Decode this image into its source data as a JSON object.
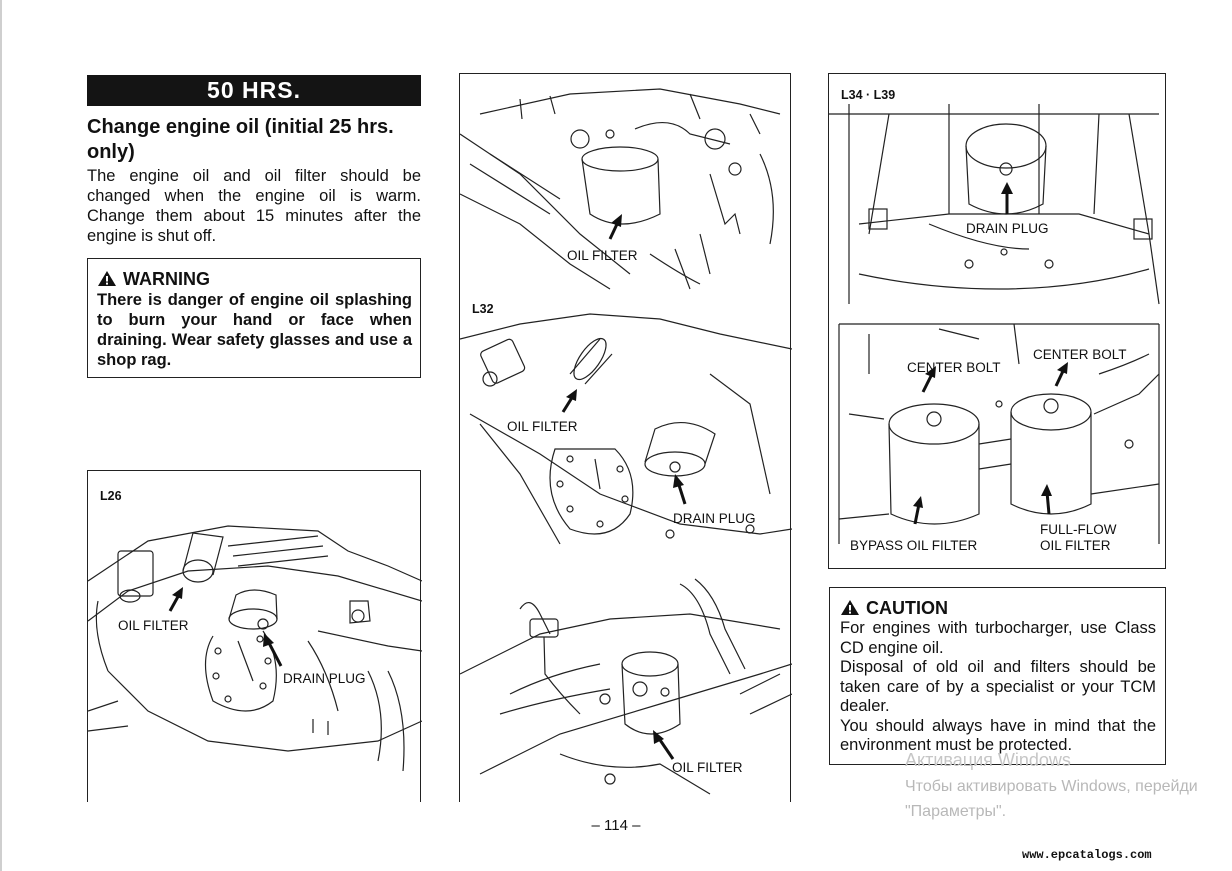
{
  "section": {
    "banner": "50 HRS.",
    "heading": "Change engine oil (initial 25 hrs. only)",
    "body": "The engine oil and oil filter should be changed when the engine oil is warm. Change them about 15 minutes after the engine is shut off."
  },
  "warning": {
    "title": "WARNING",
    "text": "There is danger of engine oil splashing to burn your hand or face when draining. Wear safety glasses and use a shop rag."
  },
  "figures": {
    "l26": {
      "tag": "L26",
      "oil_filter": "OIL FILTER",
      "drain_plug": "DRAIN PLUG"
    },
    "middle_top": {
      "oil_filter": "OIL FILTER"
    },
    "l32": {
      "tag": "L32",
      "oil_filter": "OIL FILTER",
      "drain_plug": "DRAIN PLUG"
    },
    "middle_bottom": {
      "oil_filter": "OIL FILTER"
    },
    "l34": {
      "tag": "L34 · L39",
      "drain_plug": "DRAIN PLUG",
      "center_bolt_left": "CENTER BOLT",
      "center_bolt_right": "CENTER BOLT",
      "bypass_filter": "BYPASS OIL FILTER",
      "full_flow_1": "FULL-FLOW",
      "full_flow_2": "OIL FILTER"
    }
  },
  "caution": {
    "title": "CAUTION",
    "line1": "For engines with turbocharger, use Class CD engine oil.",
    "line2": "Disposal of old oil and filters should be taken care of by a specialist or your TCM dealer.",
    "line3": "You should always have in mind that the environment must be protected."
  },
  "page_number": "– 114 –",
  "overlay": {
    "activation_title": "Активация Windows",
    "activation_line1": "Чтобы активировать Windows, перейди",
    "activation_line2": "\"Параметры\"."
  },
  "site": "www.epcatalogs.com"
}
